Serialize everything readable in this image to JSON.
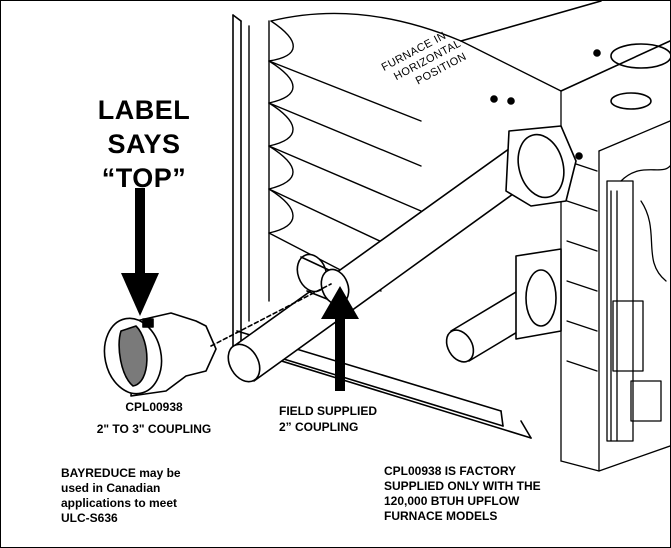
{
  "callout": {
    "line1": "LABEL",
    "line2": "SAYS",
    "line3": "“TOP”"
  },
  "furnace": {
    "line1": "FURNACE IN",
    "line2": "HORIZONTAL",
    "line3": "POSITION"
  },
  "coupling_left": {
    "part": "CPL00938",
    "desc": "2\" TO 3\" COUPLING"
  },
  "coupling_field": {
    "line1": "FIELD SUPPLIED",
    "line2": "2” COUPLING"
  },
  "note_left": {
    "line1": "BAYREDUCE may be",
    "line2": "used in Canadian",
    "line3": "applications to meet",
    "line4": "ULC-S636"
  },
  "note_right": {
    "line1": "CPL00938 IS FACTORY",
    "line2": "SUPPLIED ONLY WITH THE",
    "line3": "120,000 BTUH UPFLOW",
    "line4": "FURNACE MODELS"
  },
  "colors": {
    "ink": "#000000",
    "paper": "#ffffff",
    "shade": "#7a7a7a"
  }
}
